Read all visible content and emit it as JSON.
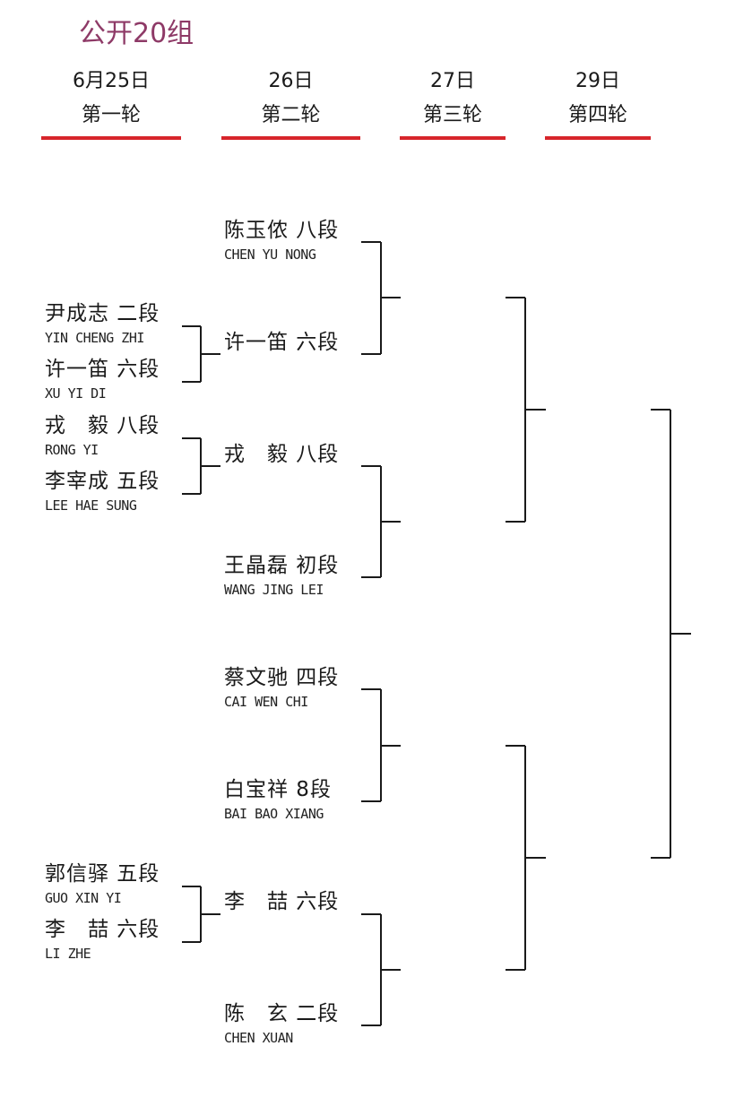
{
  "title": "公开20组",
  "rounds": [
    {
      "date": "6月25日",
      "label": "第一轮"
    },
    {
      "date": "26日",
      "label": "第二轮"
    },
    {
      "date": "27日",
      "label": "第三轮"
    },
    {
      "date": "29日",
      "label": "第四轮"
    }
  ],
  "round1": [
    {
      "cn": "尹成志 二段",
      "en": "YIN CHENG ZHI"
    },
    {
      "cn": "许一笛 六段",
      "en": "XU YI DI"
    },
    {
      "cn": "戎　毅 八段",
      "en": "RONG YI"
    },
    {
      "cn": "李宰成 五段",
      "en": "LEE HAE SUNG"
    },
    {
      "cn": "郭信驿 五段",
      "en": "GUO XIN YI"
    },
    {
      "cn": "李　喆 六段",
      "en": "LI ZHE"
    }
  ],
  "round2": [
    {
      "cn": "陈玉侬 八段",
      "en": "CHEN YU NONG"
    },
    {
      "cn": "许一笛 六段",
      "en": ""
    },
    {
      "cn": "戎　毅 八段",
      "en": ""
    },
    {
      "cn": "王晶磊 初段",
      "en": "WANG JING LEI"
    },
    {
      "cn": "蔡文驰 四段",
      "en": "CAI WEN CHI"
    },
    {
      "cn": "白宝祥 8段",
      "en": "BAI BAO XIANG"
    },
    {
      "cn": "李　喆 六段",
      "en": ""
    },
    {
      "cn": "陈　玄 二段",
      "en": "CHEN XUAN"
    }
  ],
  "colors": {
    "title": "#8e3a67",
    "rule": "#d7252b",
    "line": "#1a1a1a"
  }
}
